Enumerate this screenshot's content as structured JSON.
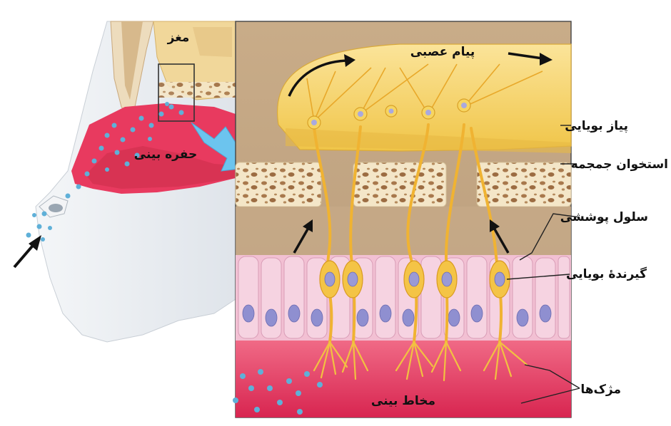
{
  "labels": {
    "brain": "مغز",
    "nasal_cavity": "حفره بینی",
    "nerve_message": "پیام عصبی",
    "olfactory_bulb": "پیاز بویایی",
    "skull_bone": "استخوان جمجمه",
    "supporting_cell": "سلول پوششی",
    "olfactory_receptor": "گیرندهٔ بویایی",
    "cilia": "مژک‌ها",
    "nasal_mucus": "مخاط بینی"
  },
  "colors": {
    "olfactory_bulb": "#f4cf58",
    "nerve": "#f2b73a",
    "mucus": "#e03356",
    "epithelium": "#f3c4d6",
    "bone": "#f2e2c2",
    "cavity": "#e83a5f",
    "odor_particle": "#5fb0d8",
    "pointer_arrow": "#6cc4ee"
  }
}
